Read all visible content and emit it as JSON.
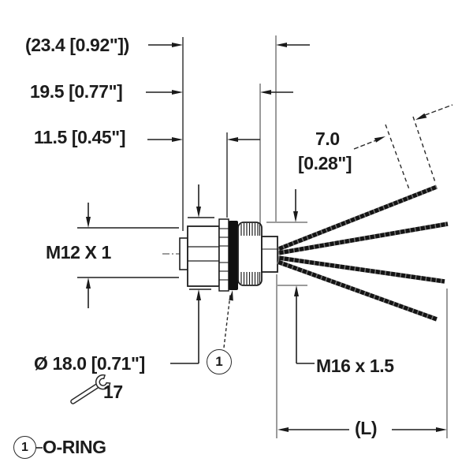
{
  "drawing": {
    "labels": {
      "dim_overall": "(23.4 [0.92\"])",
      "dim_19_5": "19.5 [0.77\"]",
      "dim_11_5": "11.5 [0.45\"]",
      "dim_7_0_value": "7.0",
      "dim_7_0_inches": "[0.28\"]",
      "thread_front": "M12 X 1",
      "flange_diameter": "Ø 18.0 [0.71\"]",
      "wrench_size": "17",
      "thread_gland": "M16 x 1.5",
      "cable_length": "(L)"
    },
    "callouts": {
      "balloon_1": "1",
      "legend_marker": "1",
      "legend_label": "O-RING"
    },
    "colors": {
      "line": "#1f1f1f",
      "extension_line": "#9b9b9b",
      "background": "#ffffff"
    }
  }
}
